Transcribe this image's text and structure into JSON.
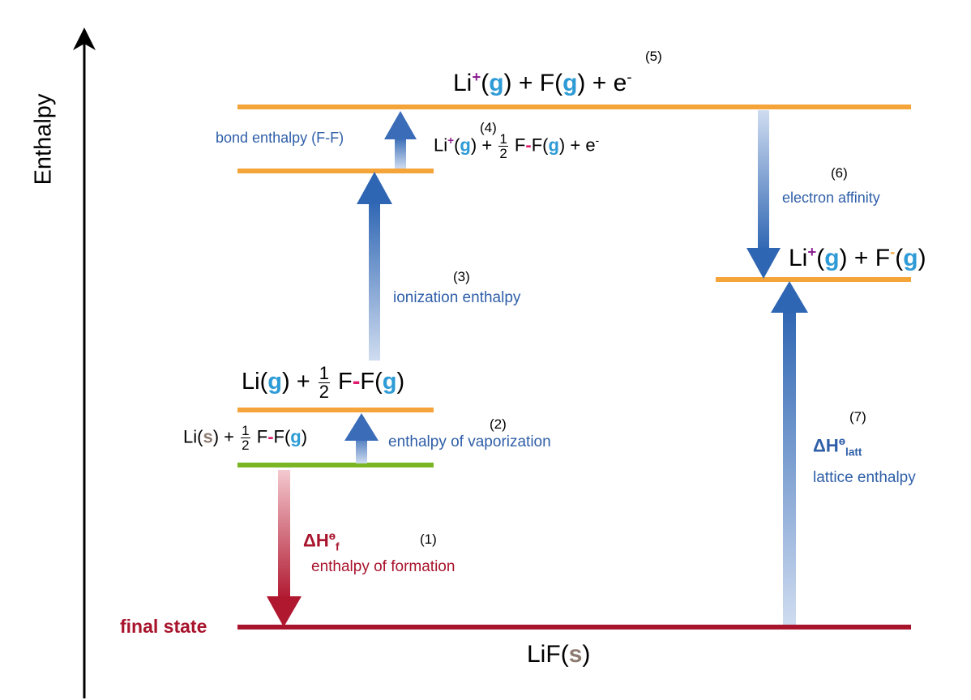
{
  "axis": {
    "label": "Enthalpy"
  },
  "colors": {
    "orange_level": "#f5a43a",
    "green_level": "#7ab523",
    "red_level": "#a8142c",
    "blue_arrow": "#2f66b3",
    "red_arrow": "#c0213a",
    "phase_gas": "#2e9bd6",
    "phase_solid": "#8c7b70"
  },
  "species": {
    "li": "Li",
    "f": "F",
    "lif": "LiF",
    "g": "g",
    "s": "s",
    "e": "e",
    "plus_sign": "+",
    "minus_sign": "-",
    "half_num": "1",
    "half_den": "2",
    "bond_dash": "-",
    "lparen": "(",
    "rparen": ")"
  },
  "labels": {
    "final_state": "final state",
    "delta_h": "ΔH",
    "standard": "ө",
    "sub_f": "f",
    "sub_latt": "latt"
  },
  "steps": [
    {
      "number": "(1)",
      "name": "enthalpy of formation"
    },
    {
      "number": "(2)",
      "name": "enthalpy of vaporization"
    },
    {
      "number": "(3)",
      "name": "ionization enthalpy"
    },
    {
      "number": "(4)",
      "name": "bond enthalpy (F-F)"
    },
    {
      "number": "(5)",
      "name": ""
    },
    {
      "number": "(6)",
      "name": "electron affinity"
    },
    {
      "number": "(7)",
      "name": "lattice enthalpy"
    }
  ]
}
